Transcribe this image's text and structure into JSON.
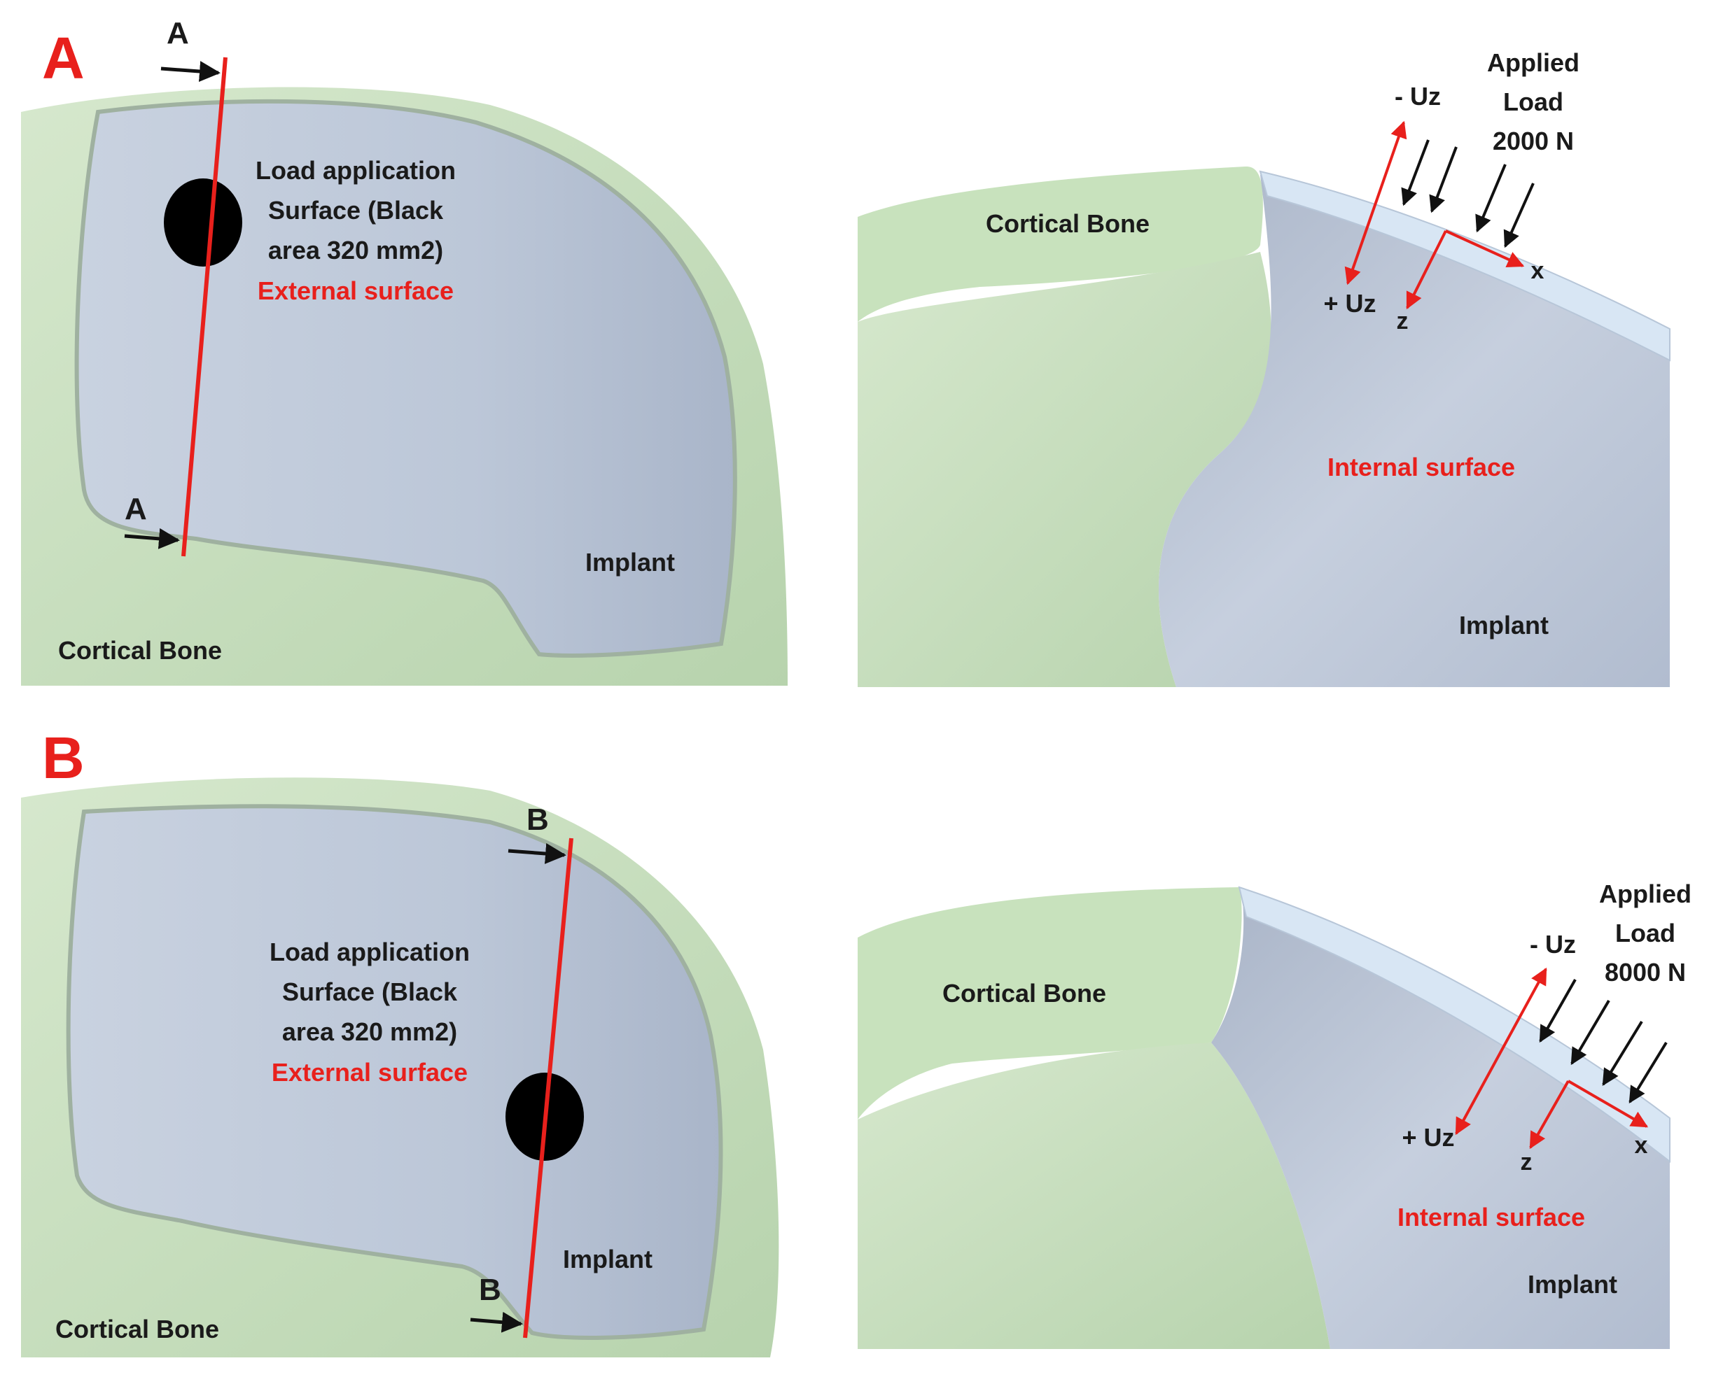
{
  "panelA": {
    "letter": "A",
    "left": {
      "section_top": "A",
      "section_bottom": "A",
      "load_line1": "Load application",
      "load_line2": "Surface (Black",
      "load_line3": "area 320 mm2)",
      "surface": "External surface",
      "implant": "Implant",
      "bone": "Cortical Bone"
    },
    "right": {
      "bone": "Cortical Bone",
      "minus_uz": "- Uz",
      "plus_uz": "+ Uz",
      "applied_line1": "Applied",
      "applied_line2": "Load",
      "applied_value": "2000 N",
      "axis_x": "x",
      "axis_z": "z",
      "surface": "Internal surface",
      "implant": "Implant"
    }
  },
  "panelB": {
    "letter": "B",
    "left": {
      "section_top": "B",
      "section_bottom": "B",
      "load_line1": "Load application",
      "load_line2": "Surface (Black",
      "load_line3": "area 320 mm2)",
      "surface": "External surface",
      "implant": "Implant",
      "bone": "Cortical Bone"
    },
    "right": {
      "bone": "Cortical Bone",
      "minus_uz": "- Uz",
      "plus_uz": "+ Uz",
      "applied_line1": "Applied",
      "applied_line2": "Load",
      "applied_value": "8000 N",
      "axis_x": "x",
      "axis_z": "z",
      "surface": "Internal surface",
      "implant": "Implant"
    }
  },
  "colors": {
    "bone": "#c9dfc0",
    "bone_dark": "#a9c6a0",
    "implant": "#b4bfd2",
    "implant_light": "#cfd8e6",
    "implant_rim": "#d8e6f2",
    "load_patch": "#000000",
    "accent_red": "#e8201c"
  }
}
